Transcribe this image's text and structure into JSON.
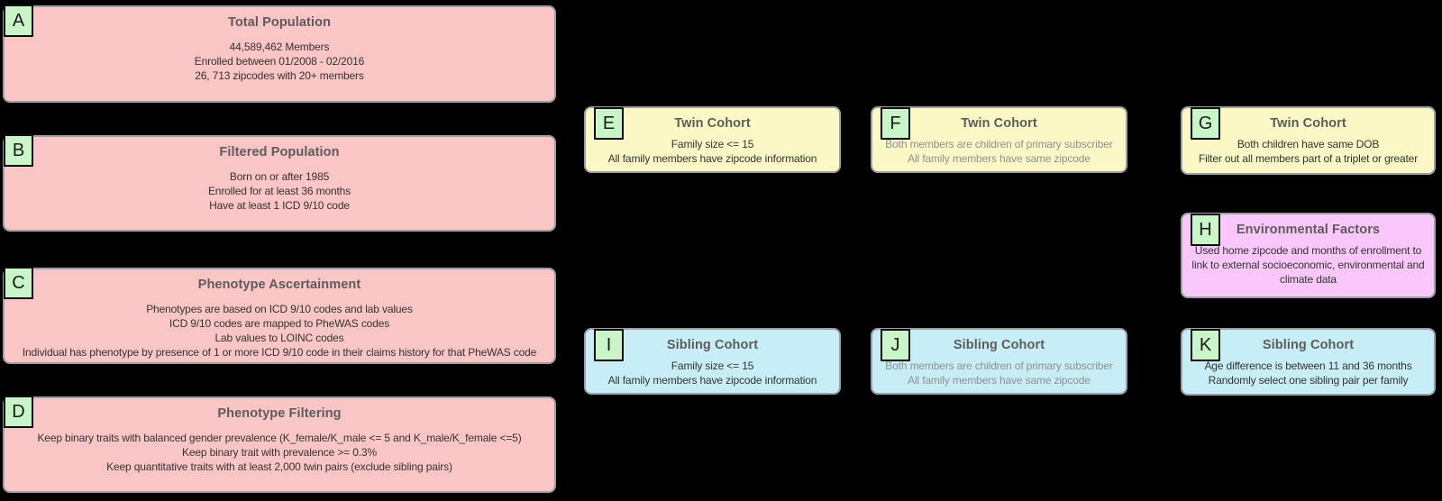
{
  "diagram": {
    "description": "Cohort construction flow diagram on black background",
    "colors": {
      "background": "#000000",
      "pink": "#f9c5c5",
      "yellow": "#fbf8c6",
      "cyan": "#c7eef6",
      "magenta": "#f9c7f9",
      "badge_green": "#c9f6c9",
      "node_border": "#9aa0a4",
      "title_text": "#5c5c5c",
      "body_text": "#333333",
      "muted_body_text": "#8f8f8f"
    },
    "nodes": [
      {
        "id": "A",
        "title": "Total Population",
        "color": "pink",
        "lines": [
          "44,589,462 Members",
          "Enrolled between 01/2008 - 02/2016",
          "26, 713 zipcodes with 20+ members"
        ]
      },
      {
        "id": "B",
        "title": "Filtered Population",
        "color": "pink",
        "lines": [
          "Born on or after 1985",
          "Enrolled for at least 36 months",
          "Have at least 1 ICD 9/10 code"
        ]
      },
      {
        "id": "C",
        "title": "Phenotype Ascertainment",
        "color": "pink",
        "lines": [
          "Phenotypes are based on ICD 9/10 codes and lab values",
          "ICD 9/10 codes are mapped to PheWAS codes",
          "Lab values to LOINC codes",
          "Individual has phenotype by presence of 1 or more ICD 9/10 code in their claims history for that PheWAS code"
        ]
      },
      {
        "id": "D",
        "title": "Phenotype Filtering",
        "color": "pink",
        "lines": [
          "Keep binary traits with balanced gender prevalence (K_female/K_male <= 5 and K_male/K_female <=5)",
          "Keep binary trait with prevalence >= 0.3%",
          "Keep quantitative traits with at least 2,000 twin pairs (exclude sibling pairs)"
        ]
      },
      {
        "id": "E",
        "title": "Twin Cohort",
        "color": "yellow",
        "lines": [
          "Family size <= 15",
          "All family members have zipcode information"
        ]
      },
      {
        "id": "F",
        "title": "Twin Cohort",
        "color": "yellow",
        "muted": true,
        "lines": [
          "Both members are children of primary subscriber",
          "All family members have same zipcode"
        ]
      },
      {
        "id": "G",
        "title": "Twin Cohort",
        "color": "yellow",
        "lines": [
          "Both children have same DOB",
          "Filter out all members part of a triplet or greater"
        ]
      },
      {
        "id": "H",
        "title": "Environmental Factors",
        "color": "magenta",
        "lines": [
          "Used home zipcode and months of enrollment to",
          "link to external socioeconomic, environmental and",
          "climate data"
        ]
      },
      {
        "id": "I",
        "title": "Sibling Cohort",
        "color": "cyan",
        "lines": [
          "Family size <= 15",
          "All family members have zipcode information"
        ]
      },
      {
        "id": "J",
        "title": "Sibling Cohort",
        "color": "cyan",
        "muted": true,
        "lines": [
          "Both members are children of primary subscriber",
          "All family members have same zipcode"
        ]
      },
      {
        "id": "K",
        "title": "Sibling Cohort",
        "color": "cyan",
        "lines": [
          "Age difference is between 11 and 36 months",
          "Randomly select one sibling pair per family"
        ]
      }
    ]
  }
}
